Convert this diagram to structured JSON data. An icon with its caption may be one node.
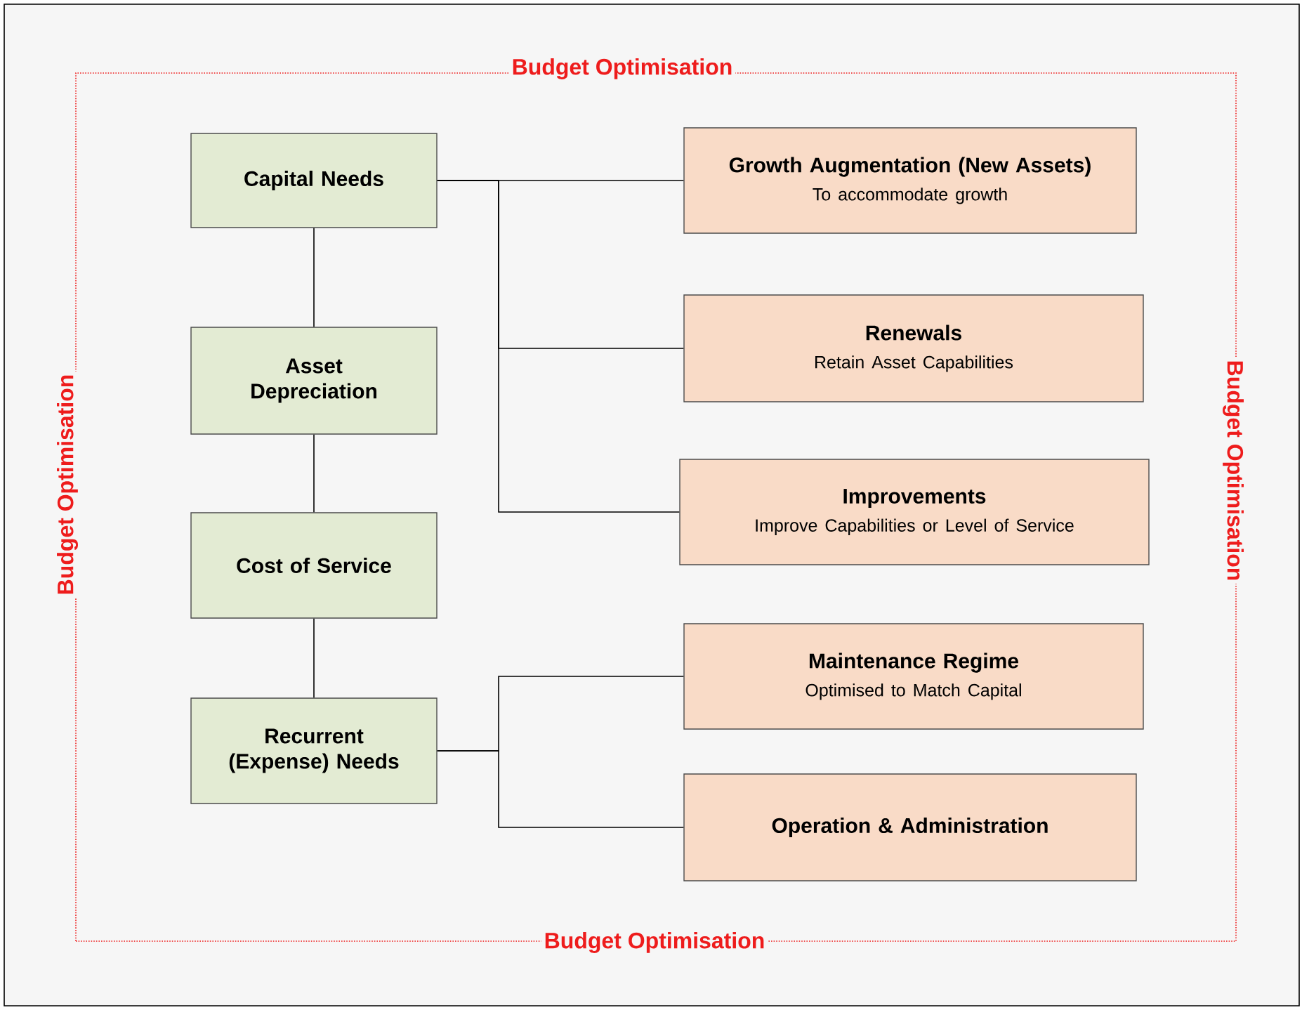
{
  "diagram": {
    "nodes": [
      {
        "text": [
          "Budget Optimisation",
          "Budget Optimisation",
          "Budget Optimisation",
          "Budget Optimisation"
        ]
      },
      {
        "text": [
          "Capital Needs"
        ],
        "in": 0
      },
      {
        "text": [
          "Asset Depreciation"
        ],
        "in": 0
      },
      {
        "text": [
          "Cost of Service"
        ],
        "in": 0
      },
      {
        "text": [
          "Recurrent (Expense) Needs"
        ],
        "in": 0
      },
      {
        "text": [
          "Growth Augmentation (New Assets)",
          "To accommodate growth"
        ],
        "in": 0
      },
      {
        "text": [
          "Renewals",
          "Retain Asset Capabilities"
        ],
        "in": 0
      },
      {
        "text": [
          "Improvements",
          "Improve Capabilities or Level of Service"
        ],
        "in": 0
      },
      {
        "text": [
          "Maintenance Regime",
          "Optimised to Match Capital"
        ],
        "in": 0
      },
      {
        "text": [
          "Operation & Administration"
        ],
        "in": 0
      }
    ],
    "edges": [
      {
        "from": 1,
        "to": 2,
        "arrow": "none"
      },
      {
        "from": 2,
        "to": 3,
        "arrow": "none"
      },
      {
        "from": 3,
        "to": 4,
        "arrow": "none"
      },
      {
        "from": 1,
        "to": 5,
        "arrow": "none"
      },
      {
        "from": 1,
        "to": 6,
        "arrow": "none"
      },
      {
        "from": 1,
        "to": 7,
        "arrow": "none"
      },
      {
        "from": 4,
        "to": 8,
        "arrow": "none"
      },
      {
        "from": 4,
        "to": 9,
        "arrow": "none"
      }
    ]
  }
}
